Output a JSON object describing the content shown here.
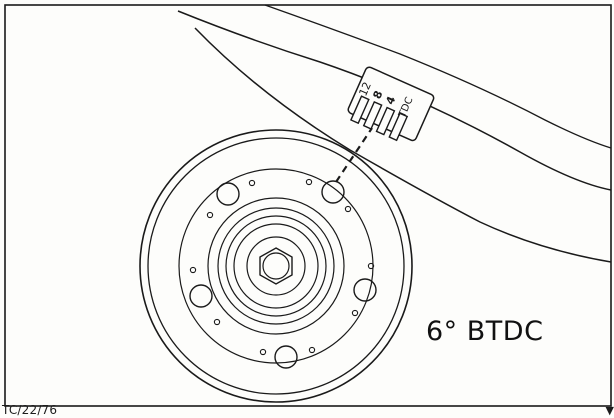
{
  "figure": {
    "reference": "TC/22/76",
    "timing_label": "6° BTDC",
    "corner_mark": "▼"
  },
  "timing_scale": {
    "marks": [
      "12",
      "8",
      "4",
      "TDC"
    ]
  },
  "colors": {
    "ink": "#1a1a1a",
    "paper": "#fdfdfb"
  }
}
